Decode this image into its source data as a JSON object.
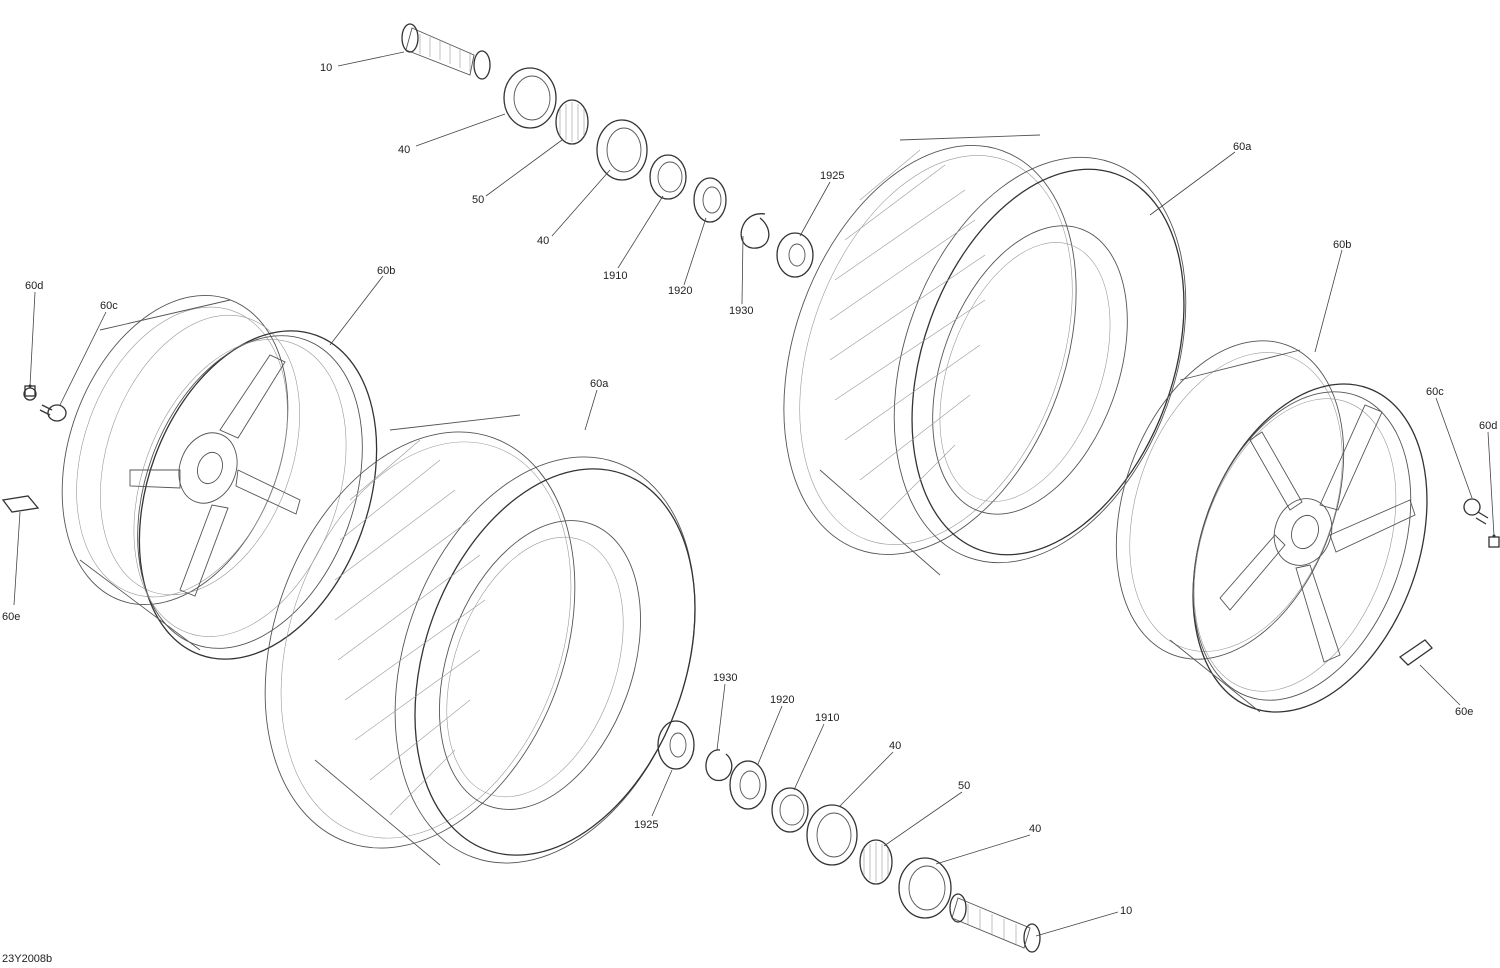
{
  "diagram": {
    "drawing_code": "23Y2008b",
    "callouts": {
      "top_axle": "10",
      "top_bearing_outer": "40",
      "top_needle_bearing": "50",
      "top_bearing_inner": "40",
      "top_washer": "1910",
      "top_nut": "1920",
      "top_retainer": "1925",
      "top_clip": "1930",
      "right_tire": "60a",
      "right_rim": "60b",
      "right_valve": "60c",
      "right_cap": "60d",
      "right_weight": "60e",
      "left_cap": "60d",
      "left_valve": "60c",
      "left_rim": "60b",
      "left_weight": "60e",
      "left_tire": "60a",
      "bottom_clip": "1930",
      "bottom_nut": "1920",
      "bottom_washer": "1910",
      "bottom_bearing_inner": "40",
      "bottom_needle_bearing": "50",
      "bottom_bearing_outer": "40",
      "bottom_retainer": "1925",
      "bottom_axle": "10"
    }
  }
}
